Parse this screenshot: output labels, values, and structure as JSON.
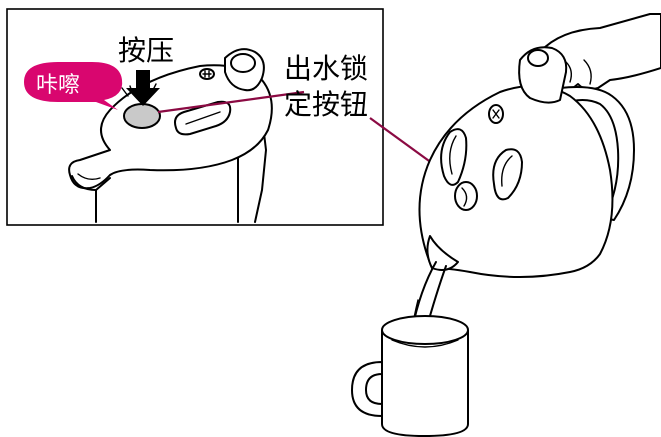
{
  "labels": {
    "press": "按压",
    "click": "咔嚓",
    "lock_button_line1": "出水锁",
    "lock_button_line2": "定按钮"
  },
  "colors": {
    "bubble": "#d9066f",
    "leader_line": "#8b0a43",
    "button_fill": "#c9c9c9",
    "outline": "#000000",
    "background": "#ffffff"
  },
  "icons": [
    "kettle-icon",
    "hand-icon",
    "cup-icon",
    "arrow-down-icon",
    "water-stream-icon"
  ]
}
